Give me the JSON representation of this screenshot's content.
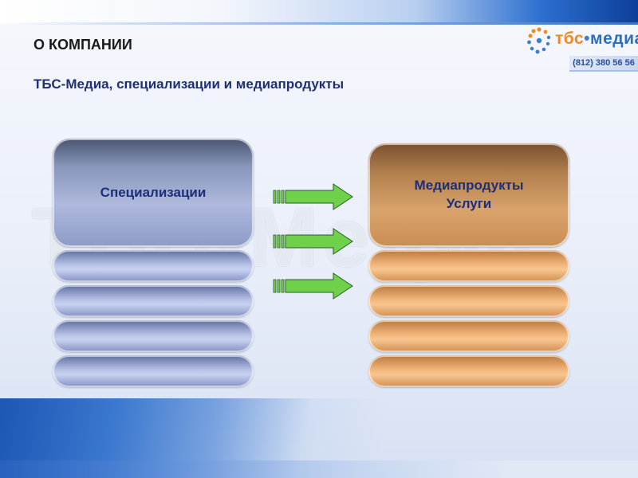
{
  "header": {
    "title": "О КОМПАНИИ",
    "subtitle": "ТБС-Медиа, специализации и медиапродукты"
  },
  "logo": {
    "part1": "тбс",
    "separator": "•",
    "part2": "медиа",
    "phone": "(812) 380 56 56"
  },
  "watermark": {
    "text": "ТБС•Медиа"
  },
  "diagram": {
    "left": {
      "label": "Специализации",
      "bars": 4
    },
    "right": {
      "line1": "Медиапродукты",
      "line2": "Услуги",
      "bars": 4
    },
    "arrows": 3
  },
  "colors": {
    "title": "#1a1a1a",
    "subtitle": "#1f2f73",
    "left_stack": "#aeb9dc",
    "right_stack": "#d9a36c",
    "arrow_fill": "#6fd14a",
    "logo_orange": "#f08a24",
    "logo_blue": "#2b6fc4"
  }
}
